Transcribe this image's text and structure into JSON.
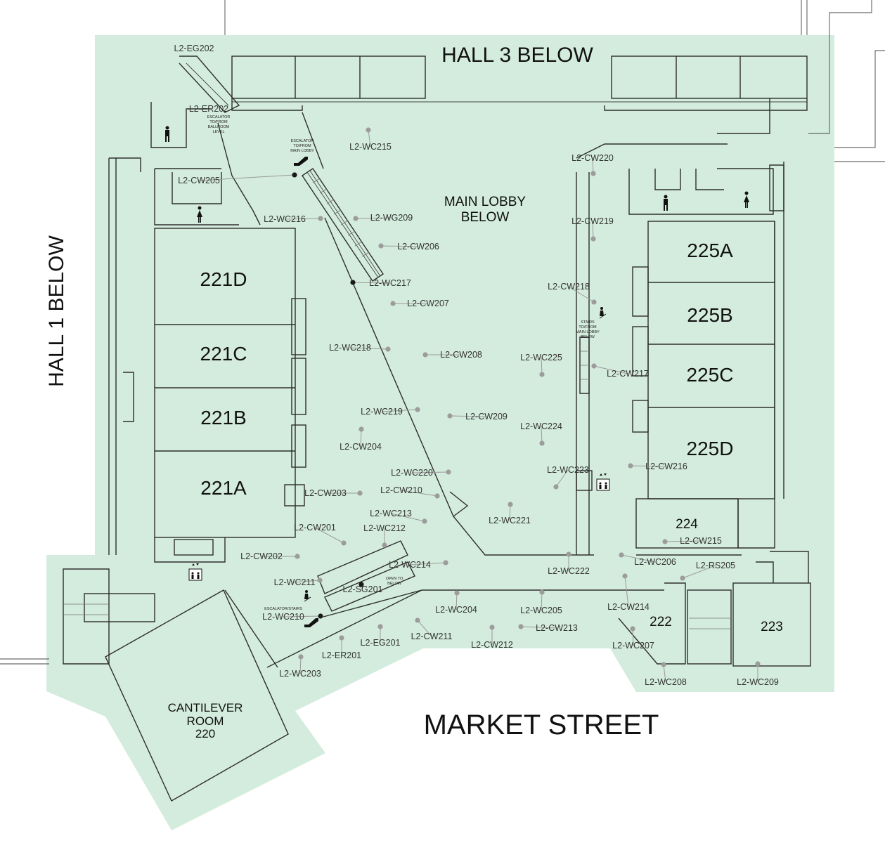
{
  "context_labels": {
    "hall3": "HALL 3 BELOW",
    "hall1": "HALL 1 BELOW",
    "market": "MARKET STREET",
    "main_lobby": [
      "MAIN LOBBY",
      "BELOW"
    ],
    "cantilever": [
      "CANTILEVER",
      "ROOM",
      "220"
    ],
    "escalator_main": [
      "ESCALATOR",
      "TO/FROM",
      "MAIN LOBBY"
    ],
    "escalator_ballroom": [
      "ESCALATOR",
      "TO/FROM",
      "BALLROOM",
      "LEVEL"
    ],
    "stairs_main": [
      "STAIRS",
      "TO/FROM",
      "MAIN LOBBY",
      "BELOW"
    ],
    "open_below": [
      "OPEN TO",
      "BELOW"
    ],
    "escalator_stairs": "ESCALATOR/STAIRS"
  },
  "rooms": {
    "r221d": "221D",
    "r221c": "221C",
    "r221b": "221B",
    "r221a": "221A",
    "r225a": "225A",
    "r225b": "225B",
    "r225c": "225C",
    "r225d": "225D",
    "r224": "224",
    "r222": "222",
    "r223": "223"
  },
  "locations": [
    "L2-EG202",
    "L2-ER202",
    "L2-CW205",
    "L2-WC216",
    "L2-WC215",
    "L2-WG209",
    "L2-CW206",
    "L2-WC217",
    "L2-CW207",
    "L2-WC218",
    "L2-CW208",
    "L2-WC219",
    "L2-CW209",
    "L2-CW204",
    "L2-WC220",
    "L2-CW210",
    "L2-CW203",
    "L2-WC213",
    "L2-WC212",
    "L2-CW201",
    "L2-CW202",
    "L2-WC214",
    "L2-WC211",
    "L2-SG201",
    "L2-WC210",
    "L2-EG201",
    "L2-ER201",
    "L2-WC203",
    "L2-WC204",
    "L2-CW211",
    "L2-CW212",
    "L2-WC205",
    "L2-CW213",
    "L2-WC221",
    "L2-CW220",
    "L2-CW219",
    "L2-CW218",
    "L2-WC225",
    "L2-CW217",
    "L2-WC224",
    "L2-WC223",
    "L2-CW216",
    "L2-WC222",
    "L2-CW215",
    "L2-WC206",
    "L2-RS205",
    "L2-CW214",
    "L2-WC207",
    "L2-WC208",
    "L2-WC209"
  ],
  "colors": {
    "floor": "#d4ecdd",
    "wall": "#2e2e2e",
    "leader": "#9a9a9a",
    "text": "#111111"
  },
  "icons": [
    "restroom-men-icon",
    "restroom-women-icon",
    "elevator-icon",
    "stairs-person-icon",
    "escalator-icon",
    "restroom-all-gender-icon"
  ]
}
